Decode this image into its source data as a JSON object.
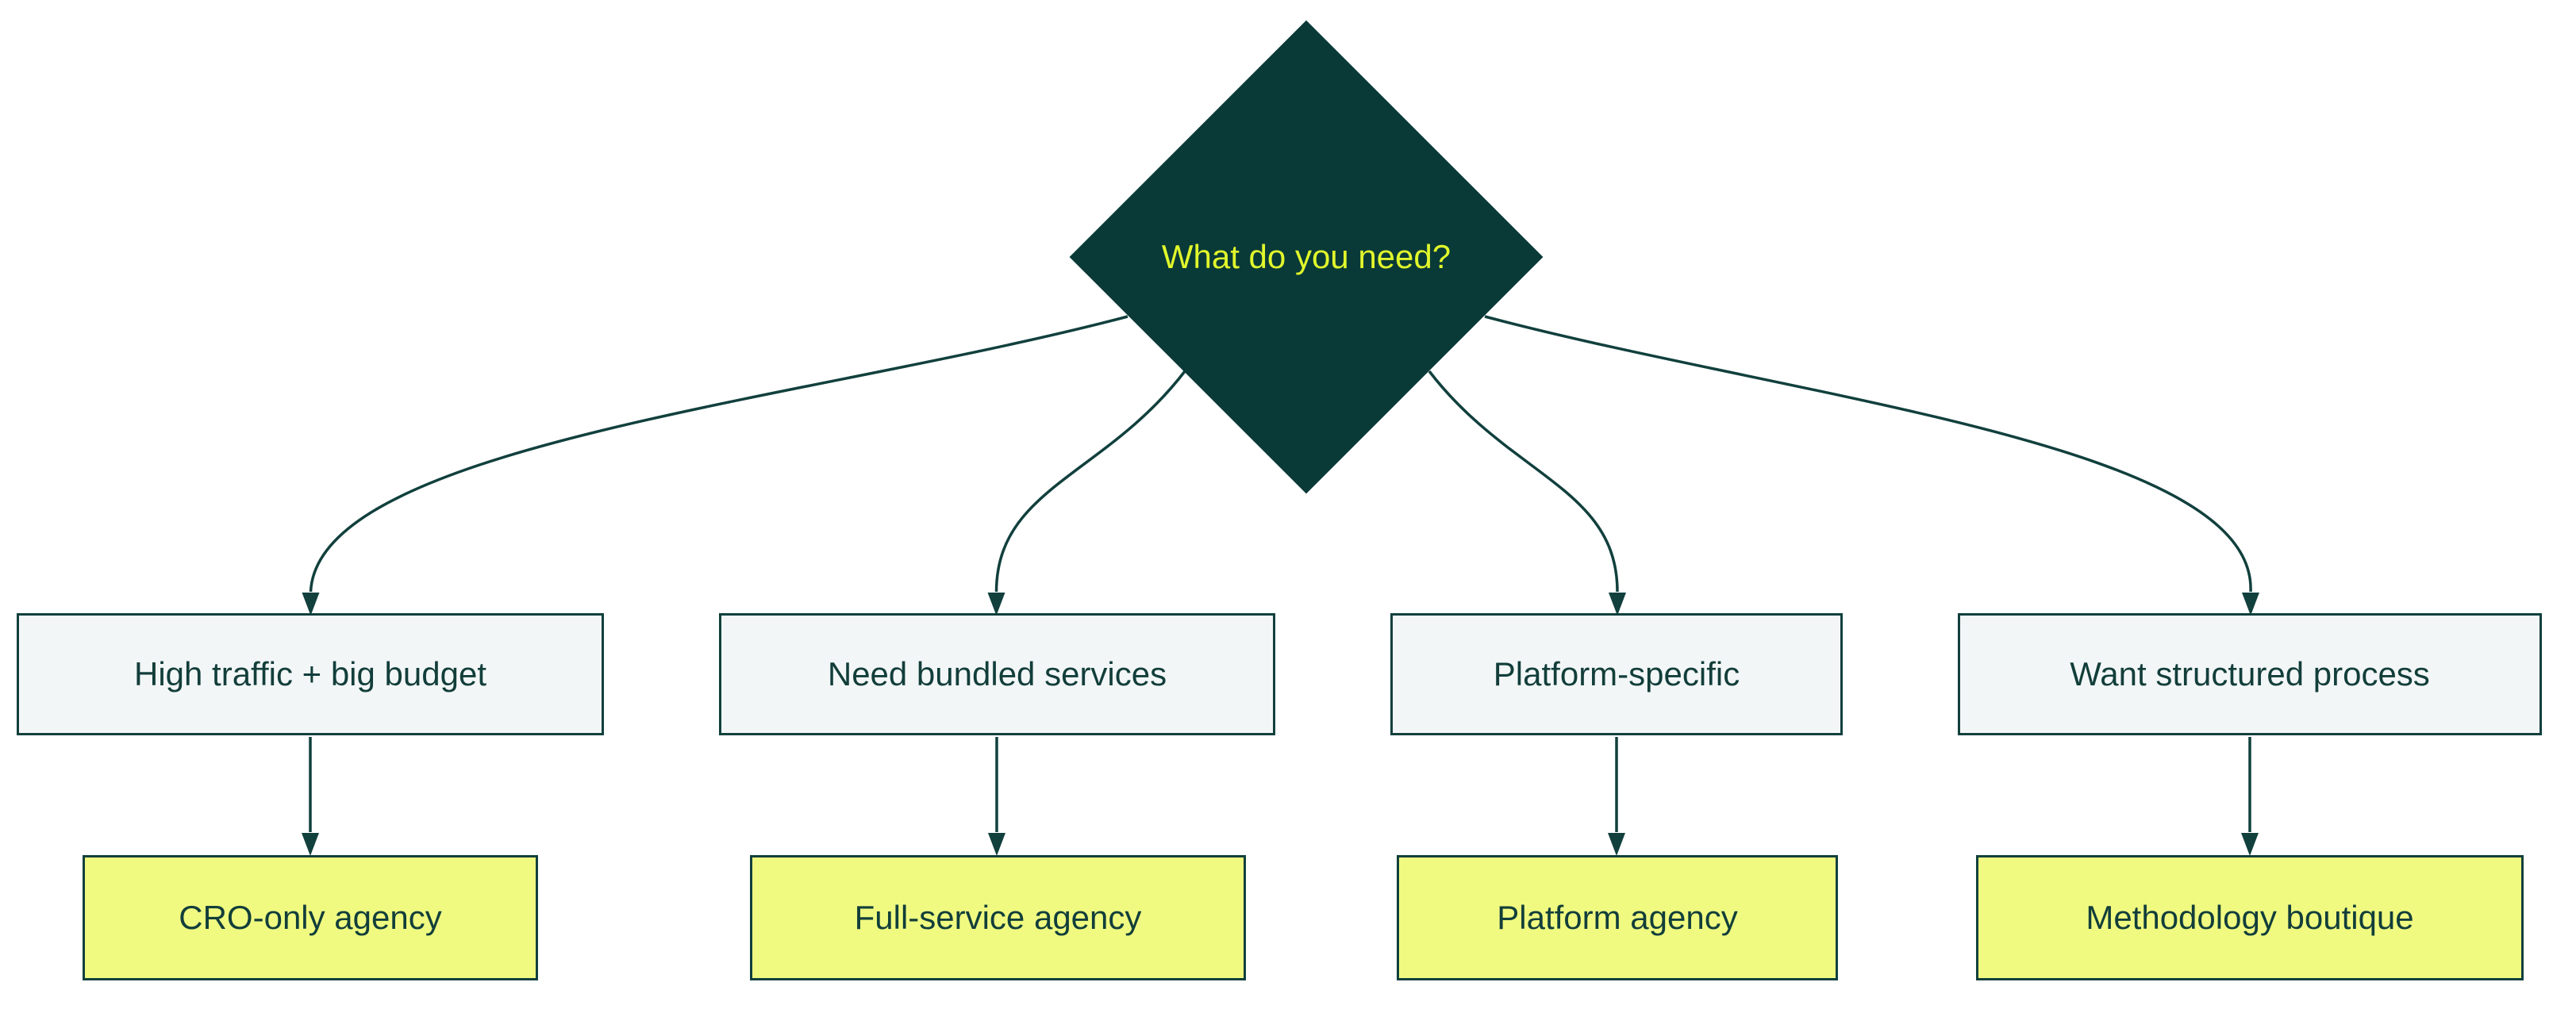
{
  "diagram": {
    "type": "decision-flowchart",
    "direction": "top-down",
    "decision": {
      "label": "What do you need?",
      "shape": "diamond"
    },
    "branches": [
      {
        "criterion": "High traffic + big budget",
        "result": "CRO-only agency"
      },
      {
        "criterion": "Need bundled services",
        "result": "Full-service agency"
      },
      {
        "criterion": "Platform-specific",
        "result": "Platform agency"
      },
      {
        "criterion": "Want structured process",
        "result": "Methodology boutique"
      }
    ],
    "colors": {
      "background": "#ffffff",
      "decision_fill": "#093a37",
      "decision_text": "#e1f72b",
      "criterion_fill": "#f3f6f7",
      "result_fill": "#f0fa81",
      "node_border": "#11403d",
      "node_text": "#123e3a",
      "connector": "#11403d"
    }
  }
}
